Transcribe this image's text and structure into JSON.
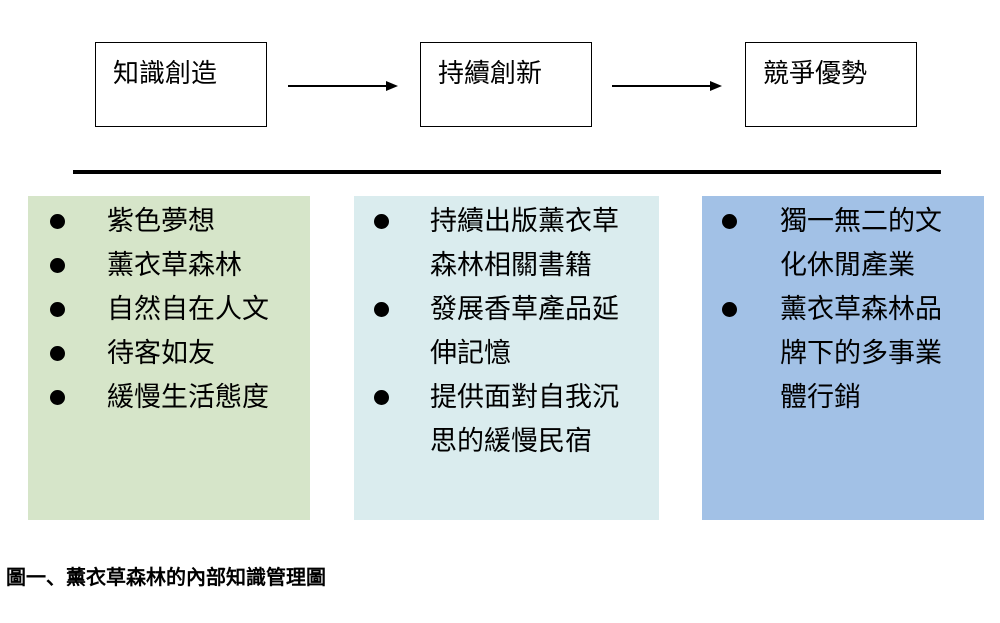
{
  "stages": [
    {
      "label": "知識創造"
    },
    {
      "label": "持續創新"
    },
    {
      "label": "競爭優勢"
    }
  ],
  "panels": [
    {
      "color": "#d6e5c9",
      "items": [
        "紫色夢想",
        "薰衣草森林",
        "自然自在人文",
        "待客如友",
        "緩慢生活態度"
      ]
    },
    {
      "color": "#daecee",
      "items": [
        "持續出版薰衣草森林相關書籍",
        "發展香草產品延伸記憶",
        "提供面對自我沉思的緩慢民宿"
      ]
    },
    {
      "color": "#a2c1e6",
      "items": [
        "獨一無二的文化休閒產業",
        "薰衣草森林品牌下的多事業體行銷"
      ]
    }
  ],
  "caption": "圖一、薰衣草森林的內部知識管理圖"
}
